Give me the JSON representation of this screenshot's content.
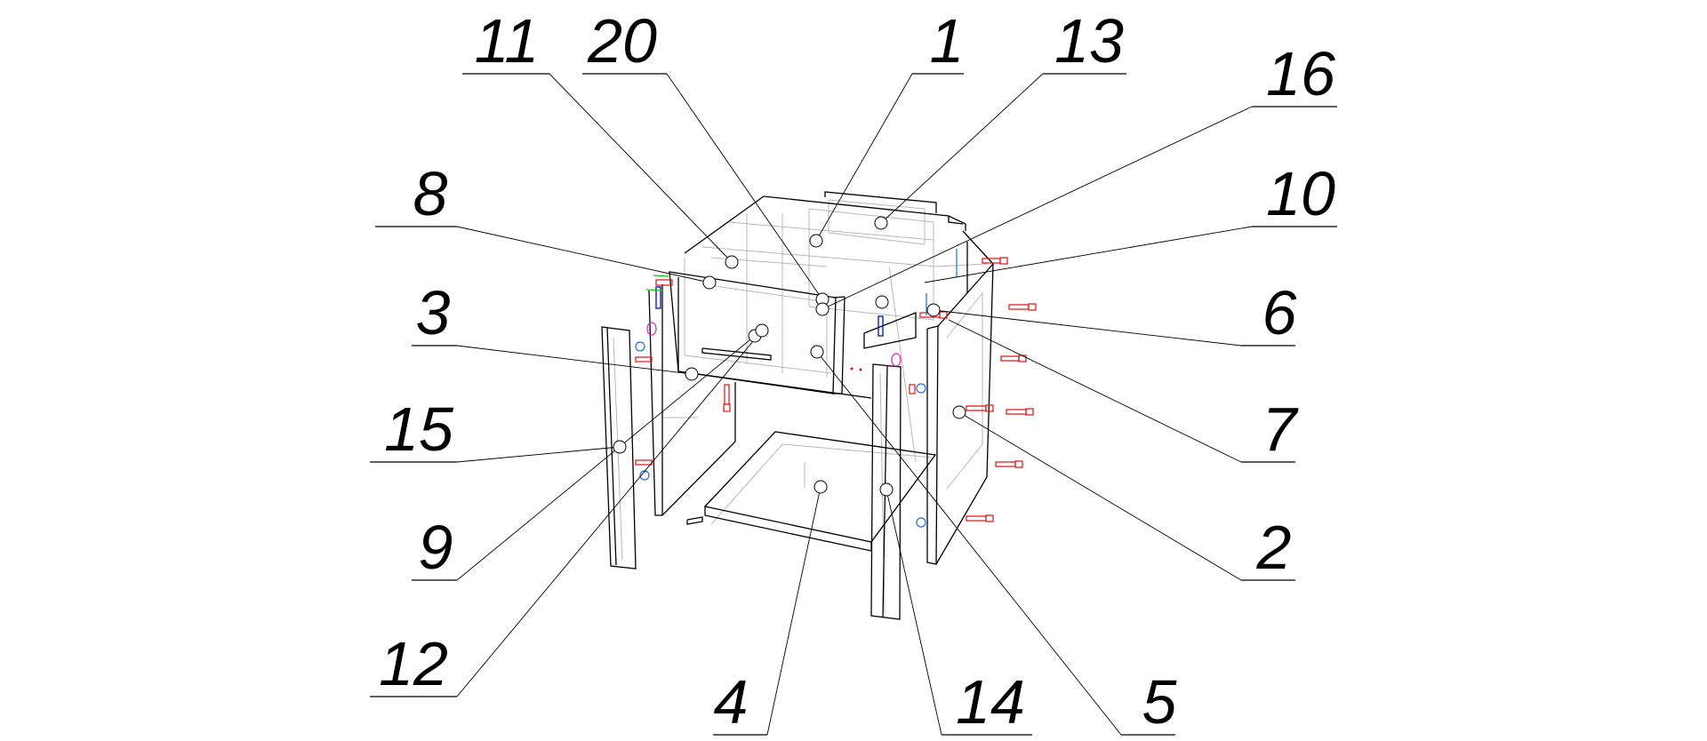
{
  "diagram": {
    "type": "exploded-assembly-drawing",
    "part_labels": [
      "11",
      "20",
      "1",
      "13",
      "16",
      "8",
      "10",
      "3",
      "6",
      "15",
      "7",
      "9",
      "2",
      "12",
      "4",
      "14",
      "5"
    ],
    "colors": {
      "edge": "#000000",
      "hidden": "#b8b8b8",
      "screw": "#e01010",
      "cam": "#1a6fe0"
    }
  }
}
